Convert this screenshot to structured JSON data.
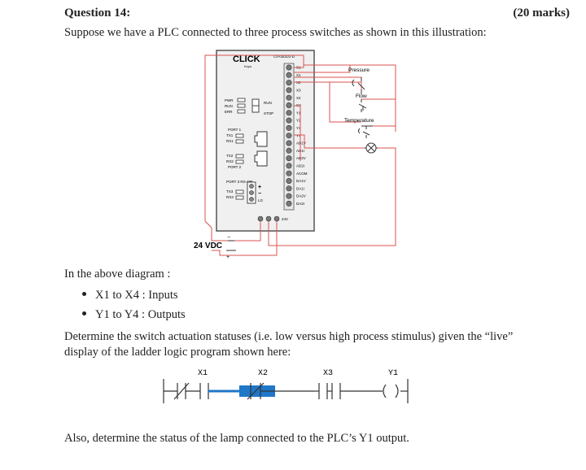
{
  "question": {
    "title": "Question 14:",
    "marks": "(20 marks)"
  },
  "intro": "Suppose we have a PLC connected to three process switches as shown in this illustration:",
  "diagram": {
    "brand": "CLICK",
    "brand_sub": "Koyo",
    "model": "C0-02DD1-D",
    "status_leds": [
      "PWR",
      "RUN",
      "ERR"
    ],
    "run_label": "RUN",
    "stop_label": "STOP",
    "port1": "PORT 1",
    "tx1": "TX1",
    "rx1": "RX1",
    "tx2": "TX2",
    "rx2": "RX2",
    "port2": "PORT 2",
    "port3": "PORT 3  RS-485",
    "tx3": "TX3",
    "rx3": "RX3",
    "plus": "+",
    "minus": "−",
    "lg": "LG",
    "terminals": [
      "C1",
      "X1",
      "X2",
      "X3",
      "X4",
      "C2",
      "Y1",
      "Y2",
      "Y3",
      "Y4",
      "AD1V",
      "AD1I",
      "AD2V",
      "AD2I",
      "ACOM",
      "DA1V",
      "DA1I",
      "DA2V",
      "DA2I"
    ],
    "bottom_terminal": "24V",
    "power_label": "24 VDC",
    "switch_pressure": "Pressure",
    "switch_flow": "Flow",
    "switch_temperature": "Temperature"
  },
  "caption": "In the above diagram :",
  "bullets": [
    "X1 to X4 : Inputs",
    "Y1 to Y4 : Outputs"
  ],
  "paragraph": "Determine the switch actuation statuses (i.e. low versus high process stimulus) given the “live” display of the ladder logic program shown here:",
  "ladder": {
    "labels": [
      "X1",
      "X2",
      "X3",
      "Y1"
    ],
    "highlight_color": "#1f77c8"
  },
  "also": "Also, determine the status of the lamp connected to the PLC’s Y1 output."
}
